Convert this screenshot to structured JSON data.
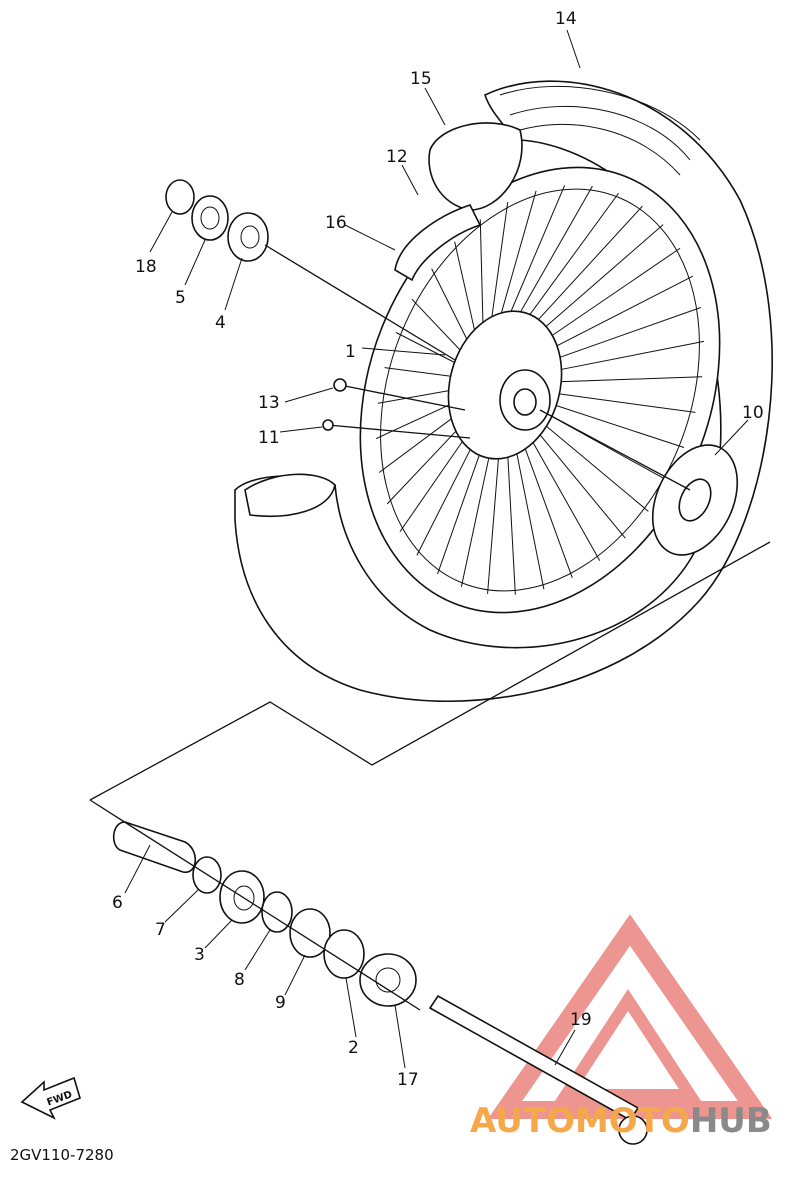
{
  "diagram": {
    "callouts": [
      "14",
      "15",
      "12",
      "16",
      "18",
      "5",
      "4",
      "1",
      "13",
      "11",
      "10",
      "6",
      "7",
      "3",
      "8",
      "9",
      "2",
      "17",
      "19"
    ],
    "drawing_code": "2GV110-7280",
    "fwd_label": "FWD"
  },
  "watermark": {
    "text_a": "AUTOMOTO",
    "text_b": "HUB",
    "color_a": "#f5a84a",
    "color_b": "#8a8a8a",
    "logo_color": "#e8726b"
  }
}
